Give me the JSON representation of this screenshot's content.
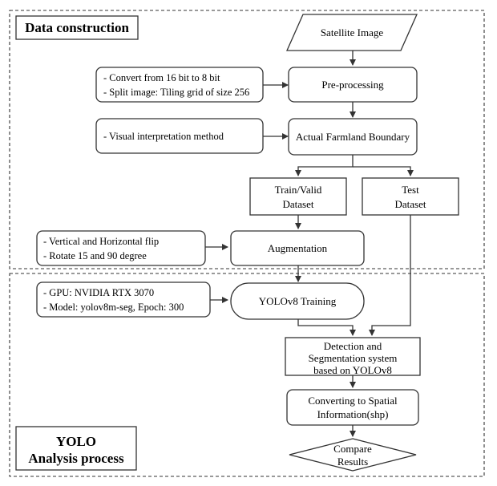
{
  "sections": {
    "data_construction": "Data construction",
    "yolo_line1": "YOLO",
    "yolo_line2": "Analysis process"
  },
  "nodes": {
    "satellite_image": "Satellite Image",
    "pre_processing": "Pre-processing",
    "actual_boundary": "Actual Farmland Boundary",
    "train_valid_line1": "Train/Valid",
    "train_valid_line2": "Dataset",
    "test_line1": "Test",
    "test_line2": "Dataset",
    "augmentation": "Augmentation",
    "yolo_training": "YOLOv8 Training",
    "detection_line1": "Detection and",
    "detection_line2": "Segmentation system",
    "detection_line3": "based on YOLOv8",
    "converting_line1": "Converting to Spatial",
    "converting_line2": "Information(shp)",
    "compare_line1": "Compare",
    "compare_line2": "Results"
  },
  "notes": {
    "preproc_1": "- Convert from 16 bit to 8 bit",
    "preproc_2": "- Split image: Tiling grid of size 256",
    "visual": "- Visual  interpretation method",
    "aug_1": "- Vertical and Horizontal flip",
    "aug_2": "- Rotate 15 and 90 degree",
    "train_1": "- GPU: NVIDIA RTX 3070",
    "train_2": "- Model: yolov8m-seg, Epoch: 300"
  }
}
